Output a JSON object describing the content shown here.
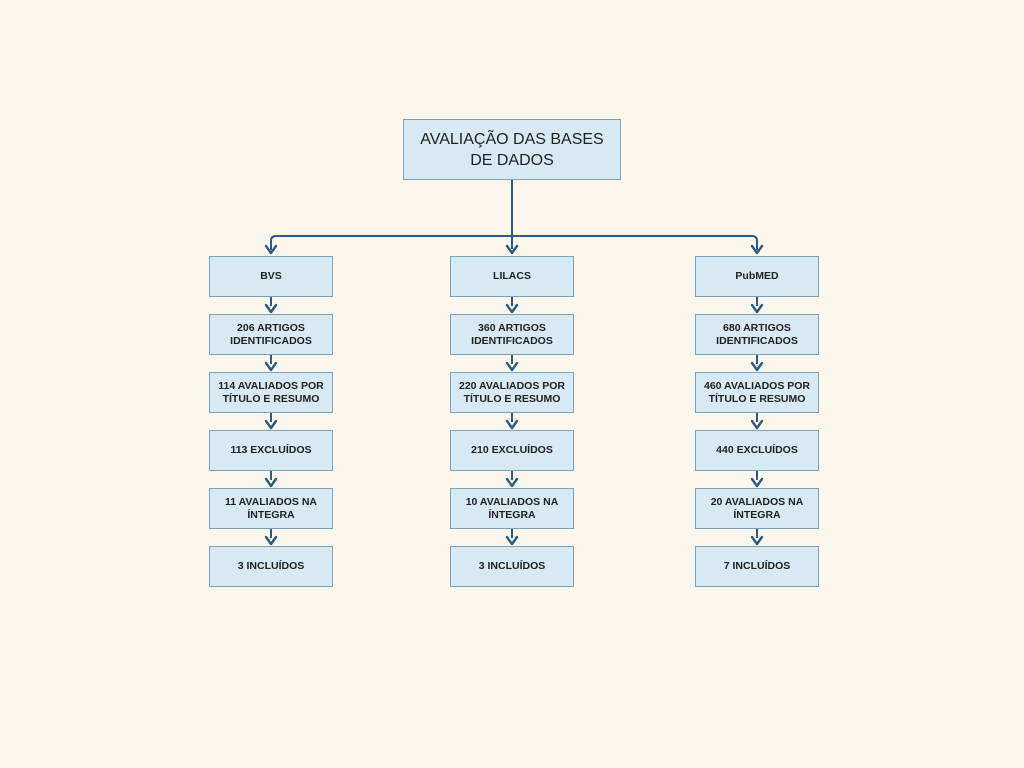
{
  "canvas": {
    "background": "#fbf7ec"
  },
  "diagram": {
    "title": "AVALIAÇÃO DAS BASES DE DADOS",
    "colors": {
      "box_fill": "#d7eaf3",
      "box_border": "#79a3ba",
      "connector": "#2b5a84",
      "text": "#212121"
    },
    "columns": [
      {
        "id": "bvs",
        "header": "BVS",
        "steps": [
          "206 ARTIGOS IDENTIFICADOS",
          "114 AVALIADOS POR TÍTULO E RESUMO",
          "113 EXCLUÍDOS",
          "11 AVALIADOS NA ÍNTEGRA",
          "3 INCLUÍDOS"
        ]
      },
      {
        "id": "lilacs",
        "header": "LILACS",
        "steps": [
          "360 ARTIGOS IDENTIFICADOS",
          "220 AVALIADOS POR TÍTULO E RESUMO",
          "210 EXCLUÍDOS",
          "10 AVALIADOS NA ÍNTEGRA",
          "3 INCLUÍDOS"
        ]
      },
      {
        "id": "pubmed",
        "header": "PubMED",
        "steps": [
          "680 ARTIGOS IDENTIFICADOS",
          "460 AVALIADOS POR TÍTULO E RESUMO",
          "440 EXCLUÍDOS",
          "20 AVALIADOS NA ÍNTEGRA",
          "7 INCLUÍDOS"
        ]
      }
    ]
  }
}
